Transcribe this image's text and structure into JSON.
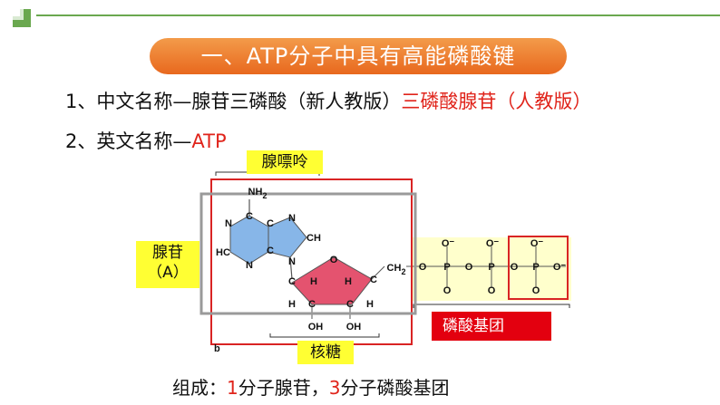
{
  "title": "一、ATP分子中具有高能磷酸键",
  "line1": {
    "number": "1、",
    "label": "中文名称—",
    "name_new": "腺苷三磷酸（新人教版）",
    "name_old": "三磷酸腺苷（人教版）"
  },
  "line2": {
    "number": "2、",
    "label": "英文名称—",
    "name": "ATP"
  },
  "diagram": {
    "adenine_label": "腺嘌呤",
    "adenosine_label": "腺苷",
    "adenosine_abbr": "（A）",
    "ribose_label": "核糖",
    "phosphate_label": "磷酸基团",
    "panel_letter": "b",
    "atoms": {
      "nh2": "NH",
      "nh2_sub": "2",
      "n": "N",
      "c": "C",
      "hc": "HC",
      "ch": "CH",
      "h": "H",
      "o": "O",
      "oh": "OH",
      "ch2": "CH",
      "ch2_sub": "2",
      "p": "P",
      "o_minus": "O⁻"
    }
  },
  "composition": {
    "prefix": "组成：",
    "num1": "1",
    "part1": "分子腺苷，",
    "num2": "3",
    "part2": "分子磷酸基团"
  },
  "colors": {
    "accent_orange": "#ea7428",
    "highlight_yellow": "#ffff33",
    "red_text": "#e0241b",
    "adenine_blue": "#87b6e8",
    "ribose_red": "#e4536f",
    "phosphate_bg": "#ffffcc"
  }
}
